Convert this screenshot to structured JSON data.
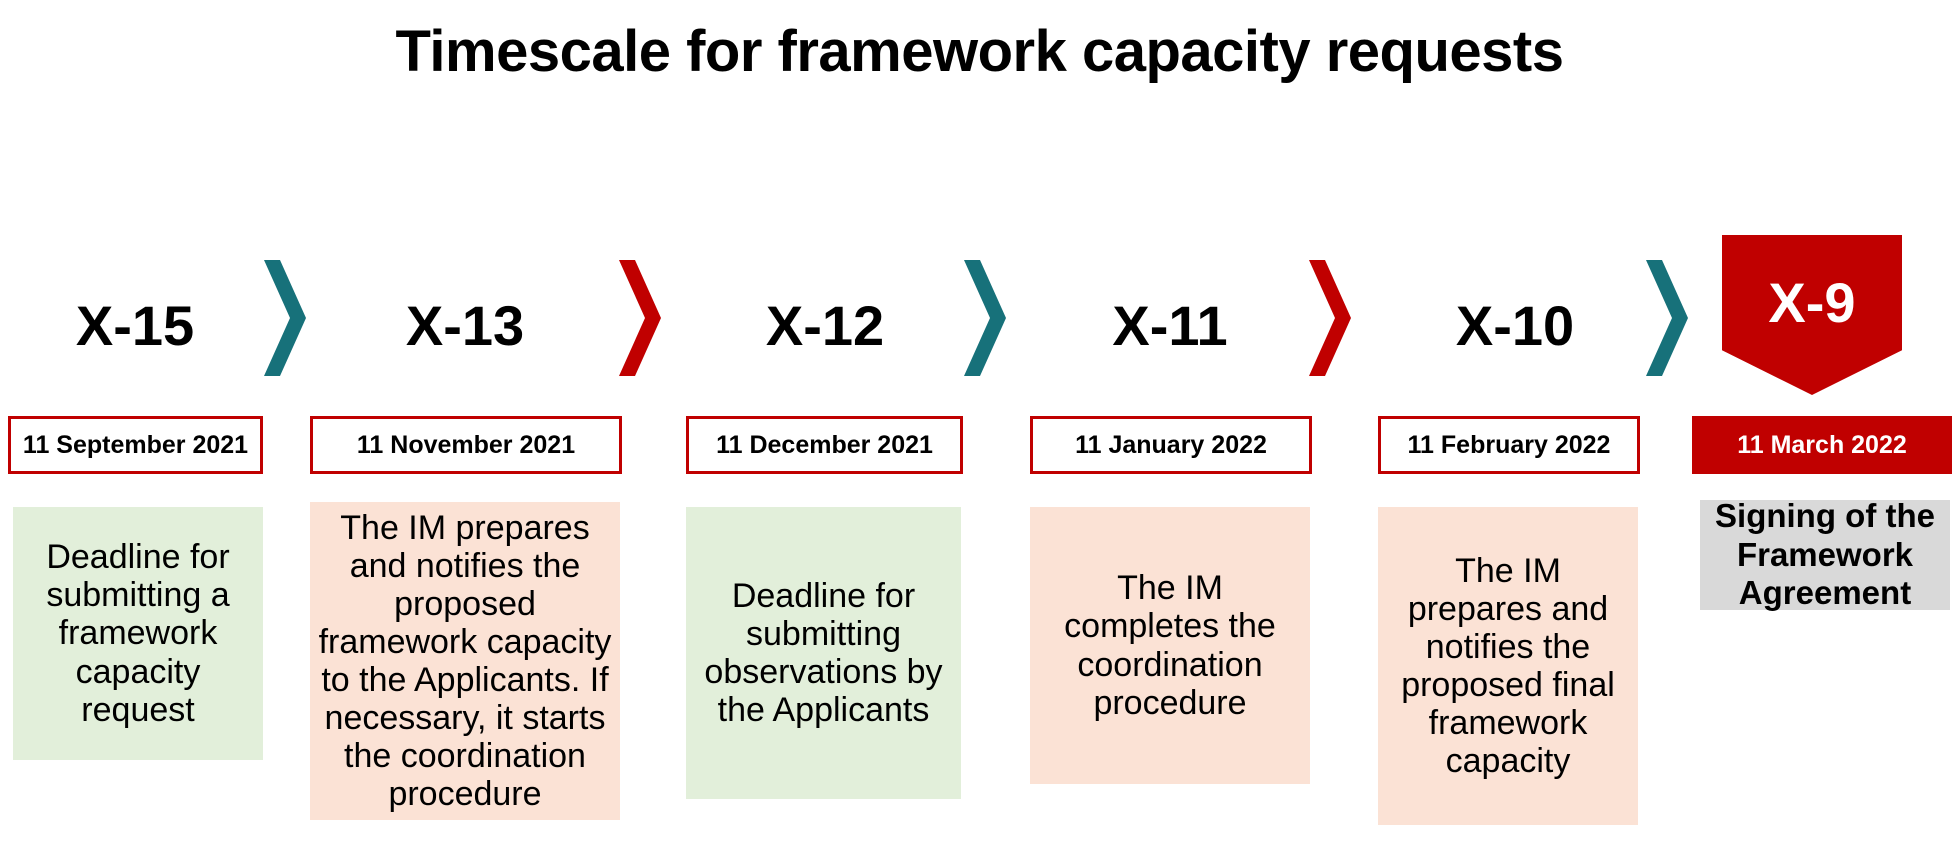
{
  "title": "Timescale for framework capacity requests",
  "colors": {
    "red": "#C00000",
    "teal": "#17717A",
    "green_fill": "#E2EFDA",
    "peach_fill": "#FBE2D5",
    "grey_fill": "#D9D9D9",
    "text": "#000000",
    "on_red_text": "#FFFFFF"
  },
  "chart_data": {
    "type": "table",
    "title": "Timescale for framework capacity requests",
    "columns": [
      "milestone",
      "date",
      "description"
    ],
    "rows": [
      {
        "milestone": "X-15",
        "date": "11 September 2021",
        "description": "Deadline for submitting a framework capacity request",
        "fill": "green",
        "highlight": false
      },
      {
        "milestone": "X-13",
        "date": "11 November 2021",
        "description": "The IM prepares and notifies the proposed framework capacity to the Applicants. If necessary, it starts the coordination procedure",
        "fill": "peach",
        "highlight": false
      },
      {
        "milestone": "X-12",
        "date": "11 December 2021",
        "description": "Deadline for submitting observations by the Applicants",
        "fill": "green",
        "highlight": false
      },
      {
        "milestone": "X-11",
        "date": "11 January  2022",
        "description": "The IM completes the coordination procedure",
        "fill": "peach",
        "highlight": false
      },
      {
        "milestone": "X-10",
        "date": "11 February 2022",
        "description": "The IM prepares and notifies the proposed final framework capacity",
        "fill": "peach",
        "highlight": false
      },
      {
        "milestone": "X-9",
        "date": "11 March 2022",
        "description": "Signing of the Framework Agreement",
        "fill": "grey",
        "highlight": true
      }
    ],
    "connectors": [
      {
        "from": "X-15",
        "to": "X-13",
        "color": "#17717A",
        "icon": "chevron-right-icon"
      },
      {
        "from": "X-13",
        "to": "X-12",
        "color": "#C00000",
        "icon": "chevron-right-icon"
      },
      {
        "from": "X-12",
        "to": "X-11",
        "color": "#17717A",
        "icon": "chevron-right-icon"
      },
      {
        "from": "X-11",
        "to": "X-10",
        "color": "#C00000",
        "icon": "chevron-right-icon"
      },
      {
        "from": "X-10",
        "to": "X-9",
        "color": "#17717A",
        "icon": "chevron-right-icon"
      }
    ]
  }
}
